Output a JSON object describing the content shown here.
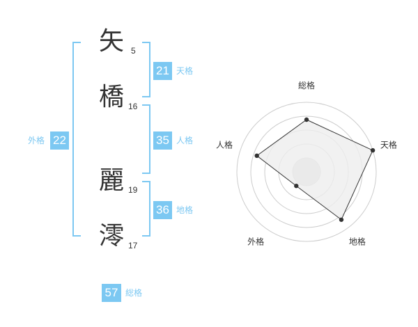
{
  "name": {
    "chars": [
      {
        "char": "矢",
        "strokes": "5"
      },
      {
        "char": "橋",
        "strokes": "16"
      },
      {
        "char": "麗",
        "strokes": "19"
      },
      {
        "char": "澪",
        "strokes": "17"
      }
    ]
  },
  "scores": {
    "tenkaku": {
      "value": "21",
      "label": "天格"
    },
    "jinkaku": {
      "value": "35",
      "label": "人格"
    },
    "chikaku": {
      "value": "36",
      "label": "地格"
    },
    "gaikaku": {
      "value": "22",
      "label": "外格"
    },
    "soukaku": {
      "value": "57",
      "label": "総格"
    }
  },
  "colors": {
    "accent": "#7cc8f2",
    "text": "#333333",
    "radar_fill": "#eeeeee",
    "radar_ring": "#cccccc"
  },
  "chart_data": {
    "type": "radar",
    "axes": [
      "総格",
      "天格",
      "地格",
      "外格",
      "人格"
    ],
    "values": [
      0.75,
      1.0,
      0.85,
      0.25,
      0.75
    ],
    "range": [
      0,
      1
    ],
    "rings": 5,
    "grid": true
  }
}
